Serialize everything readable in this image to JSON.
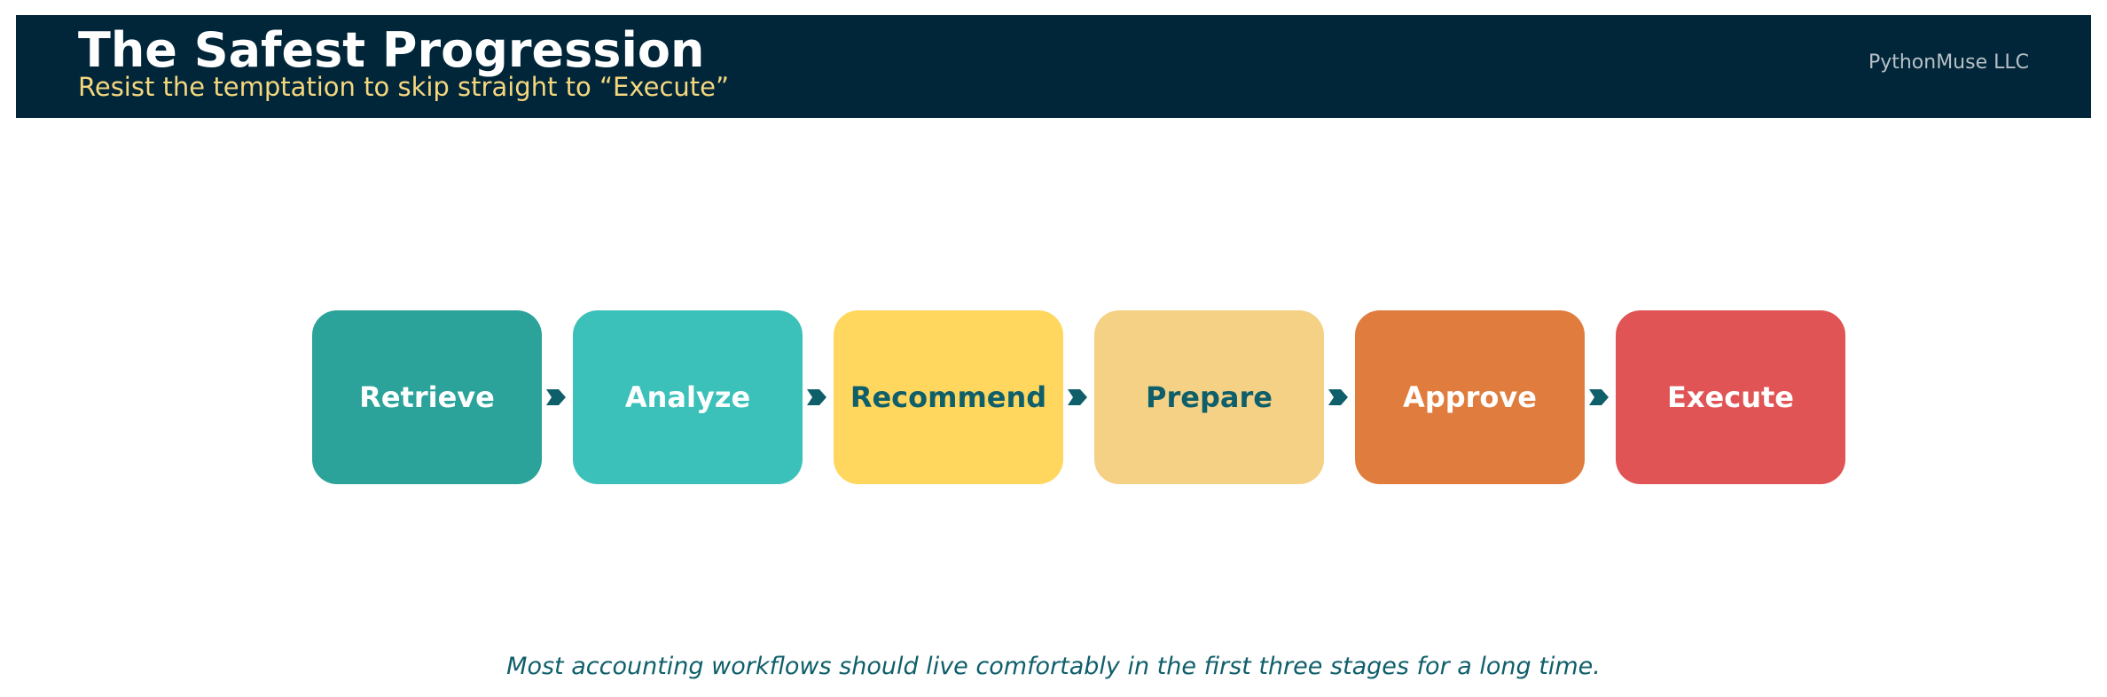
{
  "header": {
    "title": "The Safest Progression",
    "subtitle": "Resist the temptation to skip straight to “Execute”",
    "brand": "PythonMuse LLC"
  },
  "stages": [
    {
      "label": "Retrieve",
      "fill": "#2ba39a",
      "text_color": "#ffffff"
    },
    {
      "label": "Analyze",
      "fill": "#3bc1b9",
      "text_color": "#ffffff"
    },
    {
      "label": "Recommend",
      "fill": "#ffd65e",
      "text_color": "#0f5f6b"
    },
    {
      "label": "Prepare",
      "fill": "#f4d185",
      "text_color": "#0f5f6b"
    },
    {
      "label": "Approve",
      "fill": "#e07c3d",
      "text_color": "#ffffff"
    },
    {
      "label": "Execute",
      "fill": "#e05455",
      "text_color": "#ffffff"
    }
  ],
  "arrow_color": "#0f5f6b",
  "footer": "Most accounting workflows should live comfortably in the first three stages for a long time."
}
